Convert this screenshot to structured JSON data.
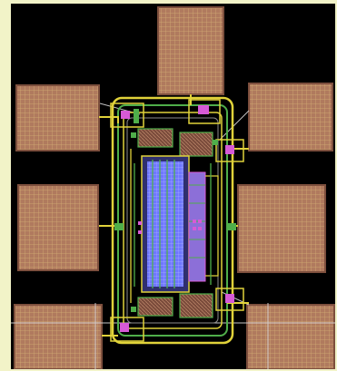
{
  "colors": {
    "frame": "#f2f3c8",
    "background": "#000000",
    "pad_fill": "#b07a5e",
    "pad_grid": "#c9a36a",
    "route_yellow": "#e0d23a",
    "route_green": "#4fae4a",
    "route_white": "#d9d9d9",
    "core_blue": "#6f77ff",
    "core_purple": "#8c6fd8",
    "via_magenta": "#d65ad6",
    "device_brown": "#8b5a45"
  },
  "view": {
    "kind": "ic-layout-viewer",
    "pads": [
      {
        "id": "top"
      },
      {
        "id": "upper-left"
      },
      {
        "id": "upper-right"
      },
      {
        "id": "middle-left"
      },
      {
        "id": "middle-right"
      },
      {
        "id": "lower-left"
      },
      {
        "id": "lower-right"
      }
    ]
  }
}
